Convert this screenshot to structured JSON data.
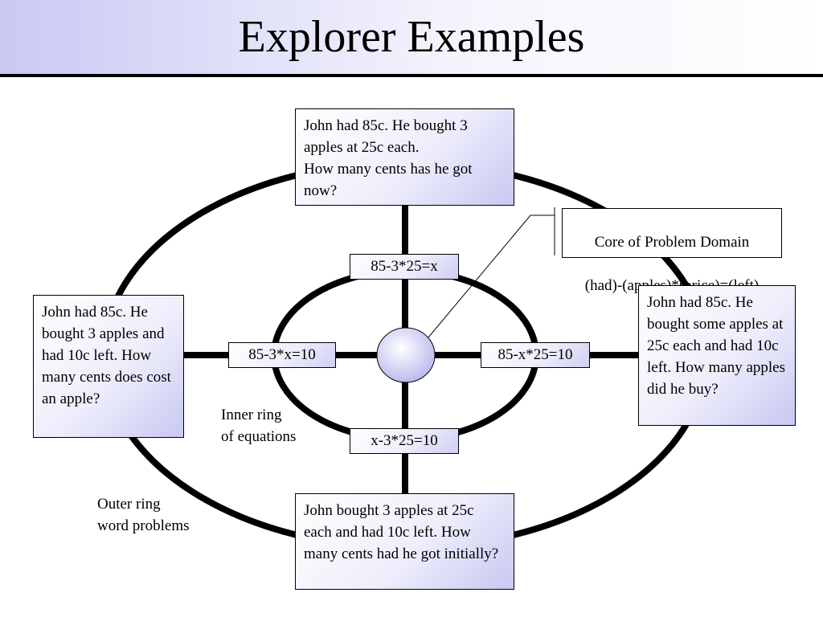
{
  "title": "Explorer Examples",
  "core_box": {
    "line1": "Core of Problem Domain",
    "line2": "(had)-(apples)*(price)=(left)"
  },
  "outer_ring": {
    "top": "John had 85c. He bought 3 apples at 25c each.\nHow many cents has he got now?",
    "left": "John had 85c. He bought 3 apples and had 10c left. How many cents does cost an apple?",
    "right": "John had 85c. He bought some apples at 25c each and had 10c left. How many apples did he buy?",
    "bottom": "John bought 3 apples at 25c each and had 10c left. How many cents had he got initially?"
  },
  "inner_ring": {
    "top": "85-3*25=x",
    "left": "85-3*x=10",
    "right": "85-x*25=10",
    "bottom": "x-3*25=10"
  },
  "labels": {
    "inner": "Inner ring\nof equations",
    "outer": "Outer ring\nword problems"
  },
  "colors": {
    "box_gradient_light": "#ffffff",
    "box_gradient_dark": "#c8c8f2",
    "line": "#000000"
  }
}
